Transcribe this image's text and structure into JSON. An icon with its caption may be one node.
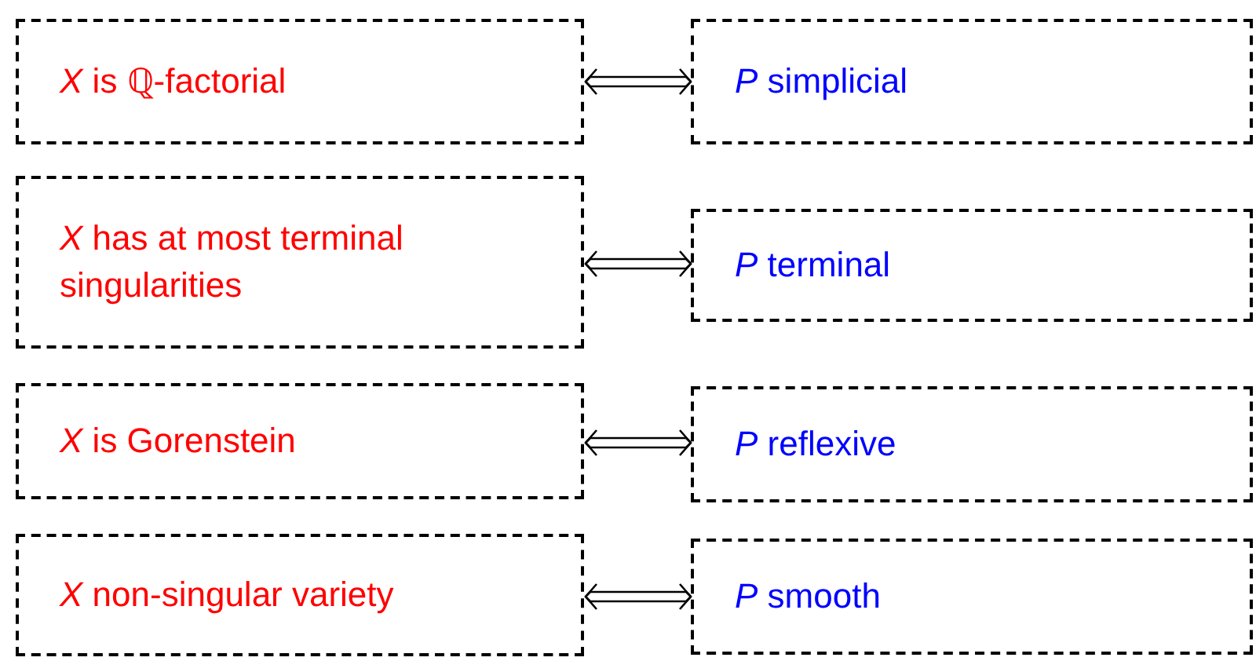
{
  "diagram": {
    "nodes": [
      {
        "text": [
          "*X* is ℚ-factorial"
        ]
      },
      {
        "text": [
          "*P* simplicial"
        ]
      },
      {
        "text": [
          "*X* has at most terminal singularities"
        ]
      },
      {
        "text": [
          "*P* terminal"
        ]
      },
      {
        "text": [
          "*X* is Gorenstein"
        ]
      },
      {
        "text": [
          "*P* reflexive"
        ]
      },
      {
        "text": [
          "*X* non-singular variety"
        ]
      },
      {
        "text": [
          "*P* smooth"
        ]
      }
    ],
    "edges": [
      {
        "from": 0,
        "to": 1,
        "arrow": "both"
      },
      {
        "from": 2,
        "to": 3,
        "arrow": "both"
      },
      {
        "from": 4,
        "to": 5,
        "arrow": "both"
      },
      {
        "from": 6,
        "to": 7,
        "arrow": "both"
      }
    ]
  }
}
